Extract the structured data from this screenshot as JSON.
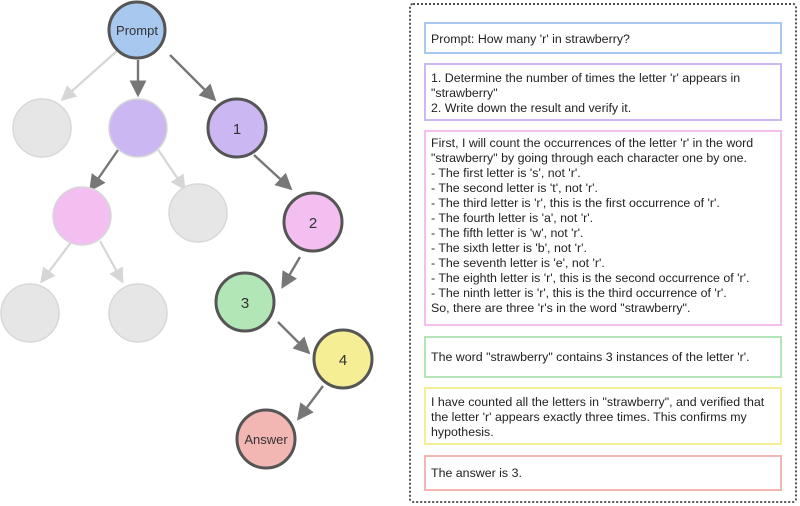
{
  "tree": {
    "nodes": {
      "prompt": "Prompt",
      "step1": "1",
      "step2": "2",
      "step3": "3",
      "step4": "4",
      "answer": "Answer"
    }
  },
  "panel": {
    "prompt_text": "Prompt: How many 'r' in strawberry?",
    "plan_text": "1. Determine the number of times the letter 'r' appears in \"strawberry\"\n2. Write down the result and verify it.",
    "reasoning_text": "First, I will count the occurrences of the letter 'r' in the word \"strawberry\" by going through each character one by one.\n- The first letter is 's', not 'r'.\n- The second letter is 't', not 'r'.\n- The third letter is 'r', this is the first occurrence of 'r'.\n- The fourth letter is 'a', not 'r'.\n- The fifth letter is 'w', not 'r'.\n- The sixth letter is 'b', not 'r'.\n- The seventh letter is 'e', not 'r'.\n- The eighth letter is 'r', this is the second occurrence of 'r'.\n- The ninth letter is 'r', this is the third occurrence of 'r'.\nSo, there are three 'r's in the word \"strawberry\".",
    "result_text": "The word \"strawberry\" contains 3 instances of the letter 'r'.",
    "verify_text": "I have counted all the letters in \"strawberry\", and verified that the letter 'r' appears exactly three times. This confirms my hypothesis.",
    "final_text": "The answer is 3."
  },
  "colors": {
    "prompt": "#a9c8f0",
    "plan": "#cbb8f2",
    "reasoning": "#f2bff0",
    "result": "#b2e6b7",
    "verify": "#f6ee95",
    "final": "#f2b7b2",
    "unexplored": "#e6e6e6"
  }
}
